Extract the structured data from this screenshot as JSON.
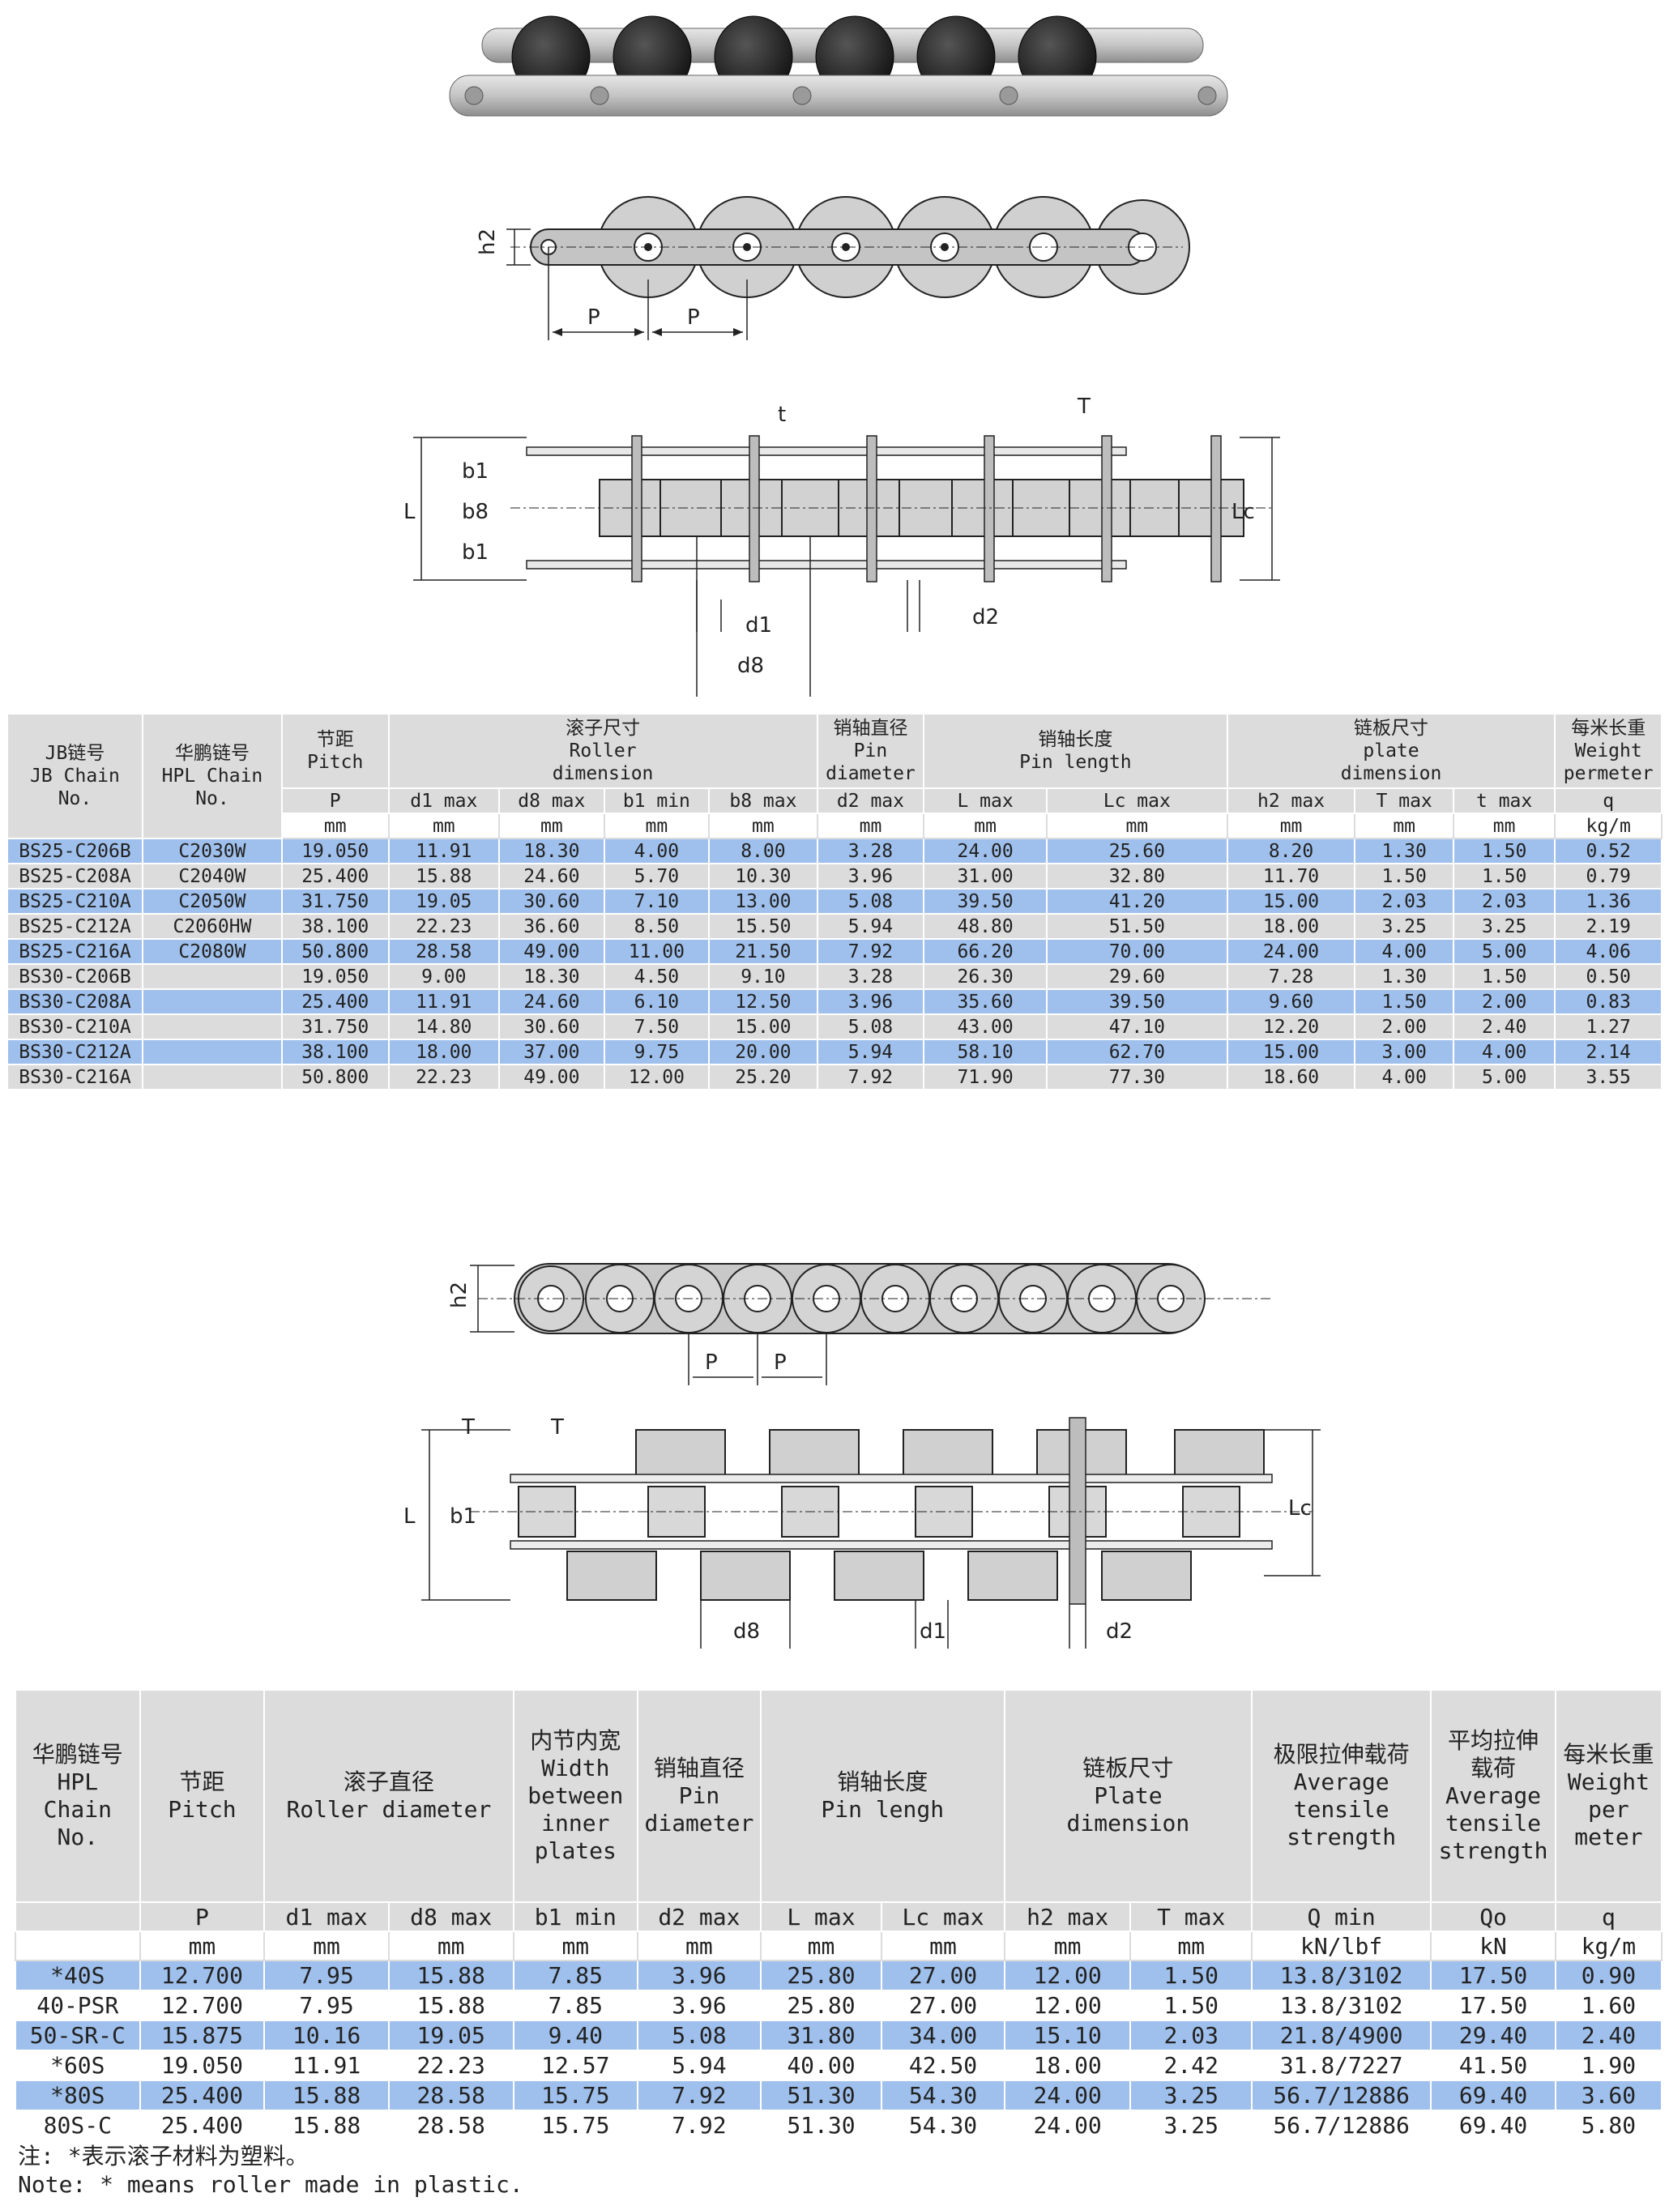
{
  "diagram_labels": {
    "pitch": "P",
    "h2": "h2",
    "b1": "b1",
    "b8": "b8",
    "L": "L",
    "Lc": "Lc",
    "d1": "d1",
    "d8": "d8",
    "d2": "d2",
    "t": "t",
    "T": "T"
  },
  "table1": {
    "headers": {
      "jb_chain": "JB链号\nJB Chain\nNo.",
      "hpl_chain": "华鹏链号\nHPL Chain\nNo.",
      "pitch": "节距\nPitch",
      "roller": "滚子尺寸\nRoller\ndimension",
      "pin_diameter": "销轴直径\nPin\ndiameter",
      "pin_length": "销轴长度\nPin length",
      "plate": "链板尺寸\nplate\ndimension",
      "weight": "每米长重\nWeight\npermeter"
    },
    "sub_headers": [
      "P",
      "d1 max",
      "d8 max",
      "b1 min",
      "b8 max",
      "d2 max",
      "L max",
      "Lc max",
      "h2 max",
      "T max",
      "t max",
      "q"
    ],
    "units": [
      "mm",
      "mm",
      "mm",
      "mm",
      "mm",
      "mm",
      "mm",
      "mm",
      "mm",
      "mm",
      "mm",
      "kg/m"
    ],
    "rows": [
      {
        "jb": "BS25-C206B",
        "hpl": "C2030W",
        "v": [
          "19.050",
          "11.91",
          "18.30",
          "4.00",
          "8.00",
          "3.28",
          "24.00",
          "25.60",
          "8.20",
          "1.30",
          "1.50",
          "0.52"
        ]
      },
      {
        "jb": "BS25-C208A",
        "hpl": "C2040W",
        "v": [
          "25.400",
          "15.88",
          "24.60",
          "5.70",
          "10.30",
          "3.96",
          "31.00",
          "32.80",
          "11.70",
          "1.50",
          "1.50",
          "0.79"
        ]
      },
      {
        "jb": "BS25-C210A",
        "hpl": "C2050W",
        "v": [
          "31.750",
          "19.05",
          "30.60",
          "7.10",
          "13.00",
          "5.08",
          "39.50",
          "41.20",
          "15.00",
          "2.03",
          "2.03",
          "1.36"
        ]
      },
      {
        "jb": "BS25-C212A",
        "hpl": "C2060HW",
        "v": [
          "38.100",
          "22.23",
          "36.60",
          "8.50",
          "15.50",
          "5.94",
          "48.80",
          "51.50",
          "18.00",
          "3.25",
          "3.25",
          "2.19"
        ]
      },
      {
        "jb": "BS25-C216A",
        "hpl": "C2080W",
        "v": [
          "50.800",
          "28.58",
          "49.00",
          "11.00",
          "21.50",
          "7.92",
          "66.20",
          "70.00",
          "24.00",
          "4.00",
          "5.00",
          "4.06"
        ]
      },
      {
        "jb": "BS30-C206B",
        "hpl": "",
        "v": [
          "19.050",
          "9.00",
          "18.30",
          "4.50",
          "9.10",
          "3.28",
          "26.30",
          "29.60",
          "7.28",
          "1.30",
          "1.50",
          "0.50"
        ]
      },
      {
        "jb": "BS30-C208A",
        "hpl": "",
        "v": [
          "25.400",
          "11.91",
          "24.60",
          "6.10",
          "12.50",
          "3.96",
          "35.60",
          "39.50",
          "9.60",
          "1.50",
          "2.00",
          "0.83"
        ]
      },
      {
        "jb": "BS30-C210A",
        "hpl": "",
        "v": [
          "31.750",
          "14.80",
          "30.60",
          "7.50",
          "15.00",
          "5.08",
          "43.00",
          "47.10",
          "12.20",
          "2.00",
          "2.40",
          "1.27"
        ]
      },
      {
        "jb": "BS30-C212A",
        "hpl": "",
        "v": [
          "38.100",
          "18.00",
          "37.00",
          "9.75",
          "20.00",
          "5.94",
          "58.10",
          "62.70",
          "15.00",
          "3.00",
          "4.00",
          "2.14"
        ]
      },
      {
        "jb": "BS30-C216A",
        "hpl": "",
        "v": [
          "50.800",
          "22.23",
          "49.00",
          "12.00",
          "25.20",
          "7.92",
          "71.90",
          "77.30",
          "18.60",
          "4.00",
          "5.00",
          "3.55"
        ]
      }
    ]
  },
  "table2": {
    "headers": {
      "hpl_chain": "华鹏链号\nHPL\nChain\nNo.",
      "pitch": "节距\nPitch",
      "roller": "滚子直径\nRoller diameter",
      "width": "内节内宽\nWidth\nbetween\ninner\nplates",
      "pin_diameter": "销轴直径\nPin\ndiameter",
      "pin_length": "销轴长度\nPin lengh",
      "plate": "链板尺寸\nPlate\ndimension",
      "tensile": "极限拉伸载荷\nAverage\ntensile\nstrength",
      "avg_tensile": "平均拉伸\n载荷\nAverage\ntensile\nstrength",
      "weight": "每米长重\nWeight\nper\nmeter"
    },
    "sub_headers": [
      "P",
      "d1 max",
      "d8 max",
      "b1 min",
      "d2 max",
      "L max",
      "Lc max",
      "h2 max",
      "T max",
      "Q min",
      "Qo",
      "q"
    ],
    "units": [
      "mm",
      "mm",
      "mm",
      "mm",
      "mm",
      "mm",
      "mm",
      "mm",
      "mm",
      "kN/lbf",
      "kN",
      "kg/m"
    ],
    "rows": [
      {
        "no": "*40S",
        "v": [
          "12.700",
          "7.95",
          "15.88",
          "7.85",
          "3.96",
          "25.80",
          "27.00",
          "12.00",
          "1.50",
          "13.8/3102",
          "17.50",
          "0.90"
        ]
      },
      {
        "no": "40-PSR",
        "v": [
          "12.700",
          "7.95",
          "15.88",
          "7.85",
          "3.96",
          "25.80",
          "27.00",
          "12.00",
          "1.50",
          "13.8/3102",
          "17.50",
          "1.60"
        ]
      },
      {
        "no": "50-SR-C",
        "v": [
          "15.875",
          "10.16",
          "19.05",
          "9.40",
          "5.08",
          "31.80",
          "34.00",
          "15.10",
          "2.03",
          "21.8/4900",
          "29.40",
          "2.40"
        ]
      },
      {
        "no": "*60S",
        "v": [
          "19.050",
          "11.91",
          "22.23",
          "12.57",
          "5.94",
          "40.00",
          "42.50",
          "18.00",
          "2.42",
          "31.8/7227",
          "41.50",
          "1.90"
        ]
      },
      {
        "no": "*80S",
        "v": [
          "25.400",
          "15.88",
          "28.58",
          "15.75",
          "7.92",
          "51.30",
          "54.30",
          "24.00",
          "3.25",
          "56.7/12886",
          "69.40",
          "3.60"
        ]
      },
      {
        "no": "80S-C",
        "v": [
          "25.400",
          "15.88",
          "28.58",
          "15.75",
          "7.92",
          "51.30",
          "54.30",
          "24.00",
          "3.25",
          "56.7/12886",
          "69.40",
          "5.80"
        ]
      }
    ]
  },
  "notes": {
    "cn": "注:  *表示滚子材料为塑料。",
    "en": "Note: * means roller made in plastic."
  }
}
